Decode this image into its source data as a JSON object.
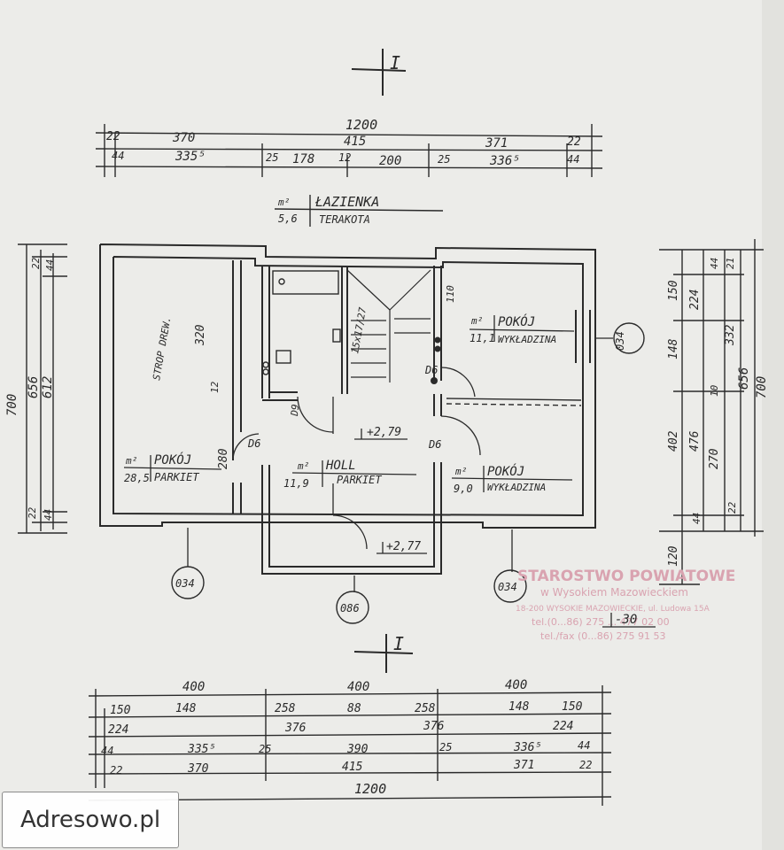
{
  "section_marks": [
    "I",
    "I"
  ],
  "room_labels": [
    {
      "unit": "m²",
      "area": "5,6",
      "name": "ŁAZIENKA",
      "finish": "TERAKOTA"
    },
    {
      "unit": "m²",
      "area": "11,1",
      "name": "POKÓJ",
      "finish": "WYKŁADZINA"
    },
    {
      "unit": "m²",
      "area": "28,5",
      "name": "POKÓJ",
      "finish": "PARKIET"
    },
    {
      "unit": "m²",
      "area": "11,9",
      "name": "HOLL",
      "finish": "PARKIET"
    },
    {
      "unit": "m²",
      "area": "9,0",
      "name": "POKÓJ",
      "finish": "WYKŁADZINA"
    }
  ],
  "notes": {
    "ceiling": "STROP DREW.",
    "level_hall": "+2,79",
    "level_entry": "+2,77",
    "stairs": "15x17/27",
    "door_bath": "D9",
    "door_d6": "D6",
    "door_110": "110",
    "scale_ref": "-30"
  },
  "callouts": [
    "034",
    "034",
    "034",
    "086"
  ],
  "dims": {
    "top_total": "1200",
    "top_row1": [
      "22",
      "370",
      "415",
      "371",
      "22"
    ],
    "top_row2": [
      "44",
      "335⁵",
      "25",
      "178",
      "12",
      "200",
      "25",
      "336⁵",
      "44"
    ],
    "left_outer": "700",
    "left_mid": "656",
    "left_inner": "612",
    "left_small": [
      "22",
      "44",
      "22",
      "44"
    ],
    "left_room": [
      "320",
      "12",
      "280"
    ],
    "right_outer": "700",
    "right_mid": "656",
    "right_row_a": [
      "44",
      "21",
      "332",
      "10",
      "270",
      "22"
    ],
    "right_row_b": [
      "150",
      "148",
      "402",
      "120"
    ],
    "right_row_c": [
      "224",
      "476",
      "44"
    ],
    "bottom_rows": [
      [
        "400",
        "400",
        "400"
      ],
      [
        "150",
        "148",
        "258",
        "88",
        "258",
        "148",
        "150"
      ],
      [
        "224",
        "376",
        "376",
        "224"
      ],
      [
        "44",
        "335⁵",
        "25",
        "390",
        "25",
        "336⁵",
        "44"
      ],
      [
        "22",
        "370",
        "415",
        "371",
        "22"
      ]
    ],
    "bottom_total": "1200"
  },
  "stamp": {
    "title": "STAROSTWO POWIATOWE",
    "line1": "w Wysokiem Mazowieckiem",
    "line2": "18-200 WYSOKIE MAZOWIECKIE, ul. Ludowa 15A",
    "line3": "tel.(0...86) 275 ... 477 02 00",
    "line4": "tel./fax (0...86) 275 91 53"
  },
  "watermark": "Adresowo.pl"
}
